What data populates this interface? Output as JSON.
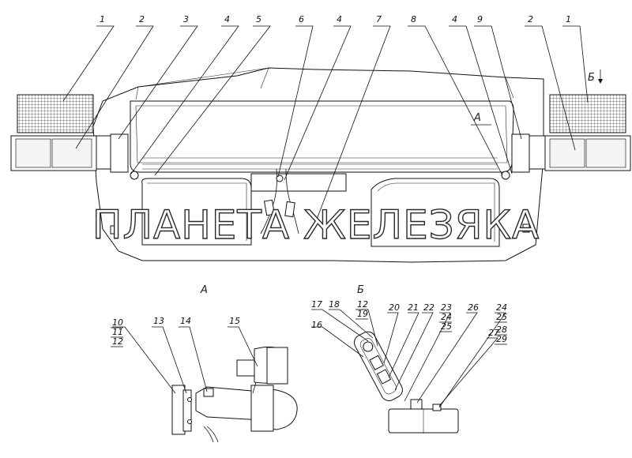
{
  "callouts_top": [
    {
      "id": "c1a",
      "text": "1"
    },
    {
      "id": "c2a",
      "text": "2"
    },
    {
      "id": "c3",
      "text": "3"
    },
    {
      "id": "c4a",
      "text": "4"
    },
    {
      "id": "c5",
      "text": "5"
    },
    {
      "id": "c6",
      "text": "6"
    },
    {
      "id": "c4b",
      "text": "4"
    },
    {
      "id": "c7",
      "text": "7"
    },
    {
      "id": "c8",
      "text": "8"
    },
    {
      "id": "c4c",
      "text": "4"
    },
    {
      "id": "c9",
      "text": "9"
    },
    {
      "id": "c2b",
      "text": "2"
    },
    {
      "id": "c1b",
      "text": "1"
    }
  ],
  "view_markers": {
    "a_arrow": "А",
    "b_arrow": "Б"
  },
  "view_a": {
    "title": "А",
    "labels": {
      "l10": "10",
      "l11": "11",
      "l12": "12",
      "l13": "13",
      "l14": "14",
      "l15": "15"
    }
  },
  "view_b": {
    "title": "Б",
    "labels": {
      "l16": "16",
      "l17": "17",
      "l18": "18",
      "l12": "12",
      "l19": "19",
      "l20": "20",
      "l21": "21",
      "l22": "22",
      "l23": "23",
      "l24a": "24",
      "l25a": "25",
      "l26": "26",
      "l27": "27",
      "l24b": "24",
      "l25b": "25",
      "l28": "28",
      "l29": "29"
    }
  },
  "watermark": "ПЛАНЕТА ЖЕЛЕЗЯКА"
}
